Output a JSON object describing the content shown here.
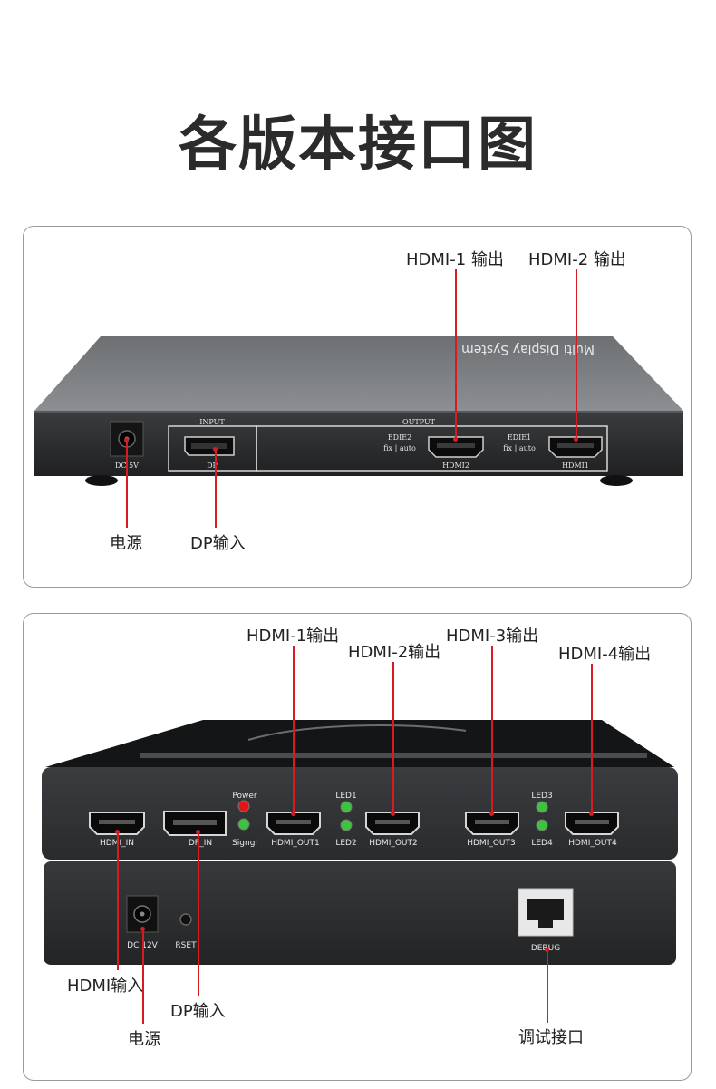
{
  "title": "各版本接口图",
  "panel1": {
    "callouts": {
      "hdmi1_out": "HDMI-1 输出",
      "hdmi2_out": "HDMI-2 输出",
      "power": "电源",
      "dp_in": "DP输入"
    },
    "device": {
      "brand_text": "Multi Display System",
      "input_label": "INPUT",
      "output_label": "OUTPUT",
      "dc_label": "DC 5V",
      "dp_label": "DP",
      "edid2_label": "EDIE2",
      "edid1_label": "EDIE1",
      "switch1_label": "fix | auto",
      "switch2_label": "fix | auto",
      "hdmi2_label": "HDMI2",
      "hdmi1_label": "HDMI1"
    }
  },
  "panel2": {
    "callouts": {
      "out1": "HDMI-1输出",
      "out2": "HDMI-2输出",
      "out3": "HDMI-3输出",
      "out4": "HDMI-4输出",
      "hdmi_in": "HDMI输入",
      "dp_in": "DP输入",
      "power": "电源",
      "debug": "调试接口"
    },
    "device": {
      "power_led": "Power",
      "signal_led": "Signgl",
      "led1": "LED1",
      "led2": "LED2",
      "led3": "LED3",
      "led4": "LED4",
      "hdmi_in_label": "HDMI_IN",
      "dp_in_label": "DP_IN",
      "out1_label": "HDMI_OUT1",
      "out2_label": "HDMI_OUT2",
      "out3_label": "HDMI_OUT3",
      "out4_label": "HDMI_OUT4",
      "dc_label": "DC 12V",
      "rset_label": "RSET",
      "debug_label": "DEBUG"
    }
  },
  "colors": {
    "accent_line": "#d61b23",
    "device_body": "#2f3133",
    "led_red": "#e01515",
    "led_green": "#3fc23f"
  }
}
